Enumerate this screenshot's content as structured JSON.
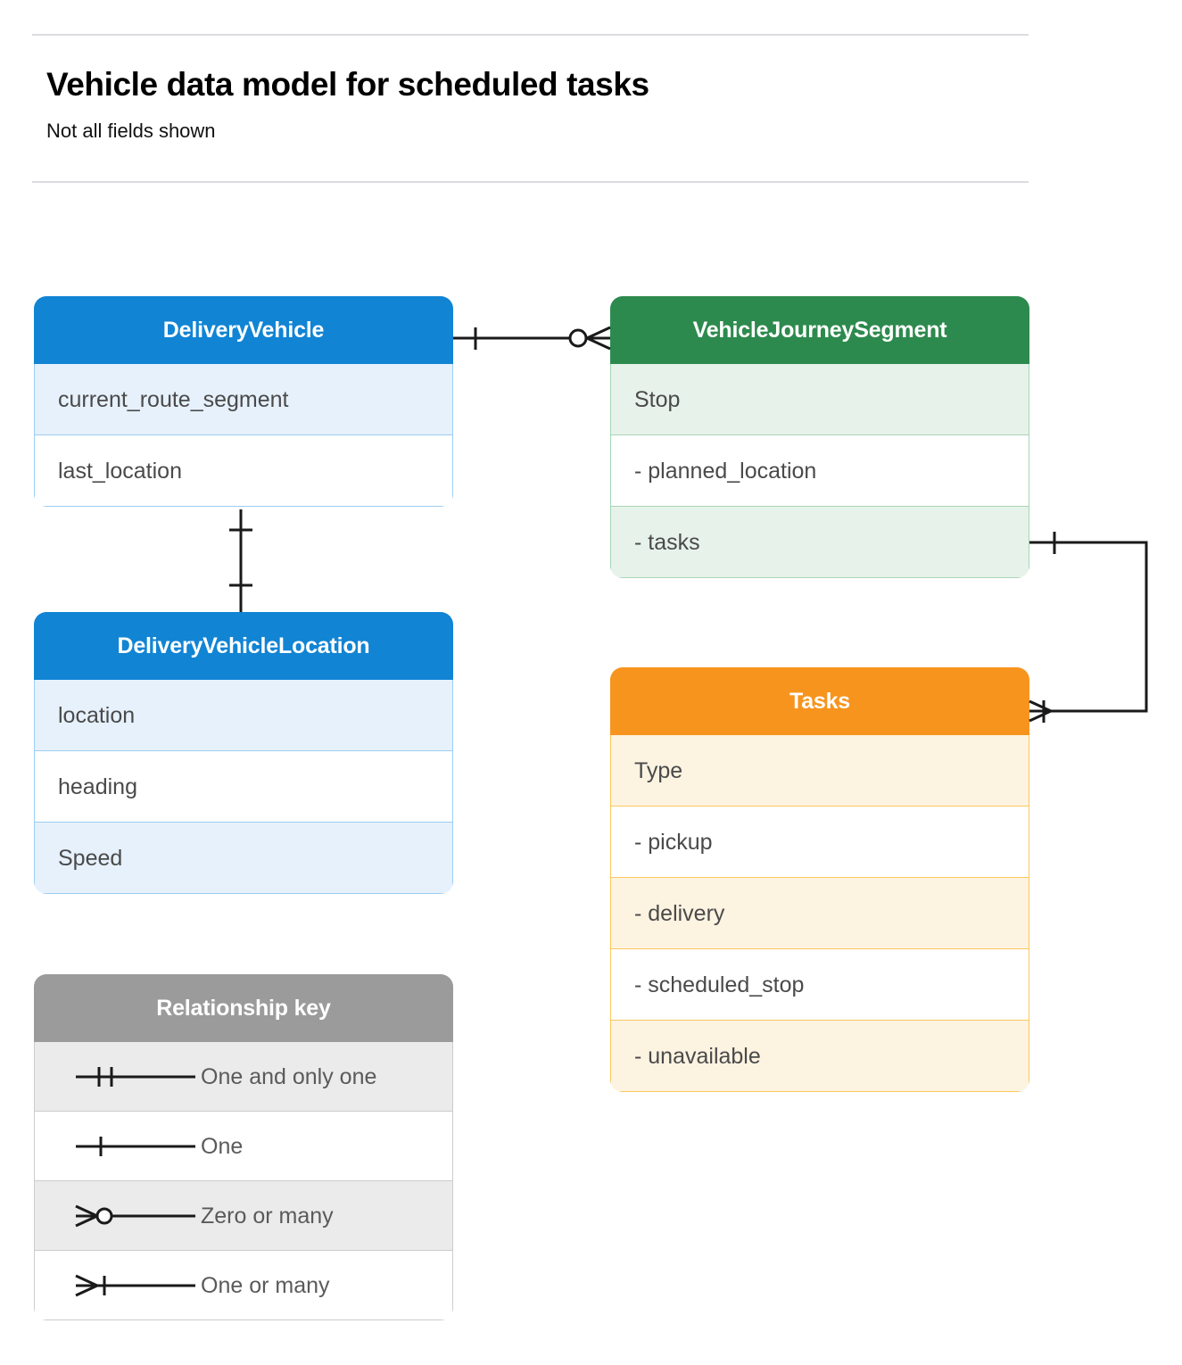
{
  "header": {
    "title": "Vehicle data model for scheduled tasks",
    "subtitle": "Not all fields shown"
  },
  "colors": {
    "blue": "#1184d4",
    "blue_row": "#e6f1fc",
    "green": "#2d8a4e",
    "green_row": "#e7f2ea",
    "orange": "#f7941e",
    "orange_row": "#fdf3e1",
    "gray": "#9b9b9b",
    "gray_row": "#ebebeb",
    "line": "#000000",
    "rule": "#dadce0"
  },
  "entities": [
    {
      "id": "delivery-vehicle",
      "title": "DeliveryVehicle",
      "theme": "blue",
      "rows": [
        {
          "label": "current_route_segment",
          "shaded": true
        },
        {
          "label": "last_location",
          "shaded": false
        }
      ]
    },
    {
      "id": "delivery-vehicle-location",
      "title": "DeliveryVehicleLocation",
      "theme": "blue",
      "rows": [
        {
          "label": "location",
          "shaded": true
        },
        {
          "label": "heading",
          "shaded": false
        },
        {
          "label": "Speed",
          "shaded": true
        }
      ]
    },
    {
      "id": "journey-segment",
      "title": "VehicleJourneySegment",
      "theme": "green",
      "rows": [
        {
          "label": "Stop",
          "shaded": true
        },
        {
          "label": "-  planned_location",
          "shaded": false
        },
        {
          "label": "- tasks",
          "shaded": true
        }
      ]
    },
    {
      "id": "tasks",
      "title": "Tasks",
      "theme": "orange",
      "rows": [
        {
          "label": "Type",
          "shaded": true
        },
        {
          "label": "-  pickup",
          "shaded": false
        },
        {
          "label": "-  delivery",
          "shaded": true
        },
        {
          "label": "-  scheduled_stop",
          "shaded": false
        },
        {
          "label": "-  unavailable",
          "shaded": true
        }
      ]
    }
  ],
  "legend": {
    "title": "Relationship key",
    "theme": "gray",
    "items": [
      {
        "symbol": "one-and-only-one-icon",
        "label": "One and only one",
        "shaded": true
      },
      {
        "symbol": "one-icon",
        "label": "One",
        "shaded": false
      },
      {
        "symbol": "zero-or-many-icon",
        "label": "Zero or many",
        "shaded": true
      },
      {
        "symbol": "one-or-many-icon",
        "label": "One or many",
        "shaded": false
      }
    ]
  },
  "relationships": [
    {
      "id": "vehicle-to-journey-segment",
      "from": "DeliveryVehicle",
      "to": "VehicleJourneySegment",
      "from_cardinality": "One",
      "to_cardinality": "Zero or many"
    },
    {
      "id": "vehicle-to-vehicle-location",
      "from": "DeliveryVehicle",
      "to": "DeliveryVehicleLocation",
      "from_cardinality": "One",
      "to_cardinality": "One"
    },
    {
      "id": "journey-segment-tasks-to-tasks",
      "from": "VehicleJourneySegment",
      "to": "Tasks",
      "from_cardinality": "One",
      "to_cardinality": "One or many"
    }
  ]
}
